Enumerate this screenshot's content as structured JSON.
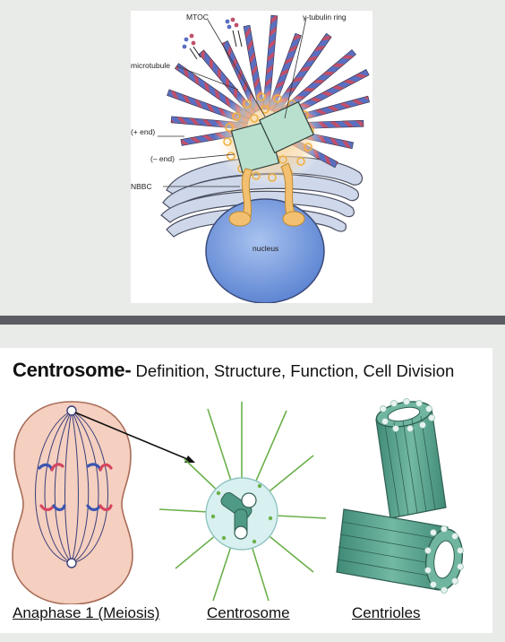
{
  "top_figure": {
    "labels": {
      "mtoc": "MTOC",
      "gamma_tubulin_ring": "γ-tubulin ring",
      "microtubule": "microtubule",
      "plus_end": "(+ end)",
      "minus_end": "(– end)",
      "nbbc": "NBBC",
      "nucleus": "nucleus"
    }
  },
  "bottom_card": {
    "title_bold": "Centrosome-",
    "title_rest": " Definition, Structure, Function, Cell Division",
    "captions": {
      "anaphase": "Anaphase 1 (Meiosis)",
      "centrosome": "Centrosome",
      "centrioles": "Centrioles "
    }
  },
  "colors": {
    "background": "#e9ebe8",
    "separator": "#5a5d62",
    "microtubule_blue": "#5a6fc0",
    "microtubule_red": "#c0506a",
    "nucleus": "#7ea3e0",
    "pericentriolar": "#f2c070",
    "centriole_green": "#4f9a86",
    "cell_pink": "#f5cfbf"
  }
}
